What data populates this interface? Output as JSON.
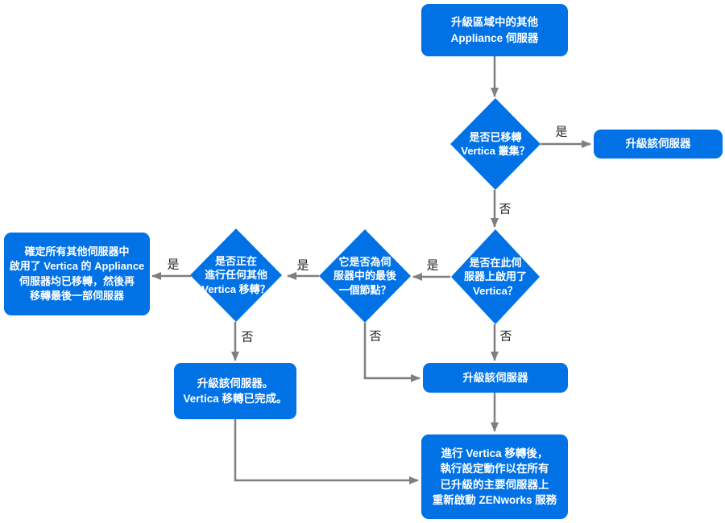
{
  "colors": {
    "node_fill": "#0072e6",
    "node_text": "#ffffff",
    "arrow": "#7f7f7f",
    "edge_label_text": "#1f1f1f",
    "background": "#ffffff"
  },
  "nodes": {
    "start": "升級區域中的其他\nAppliance 伺服器",
    "decision_cluster_migrated": "是否已移轉\nVertica 叢集？",
    "upgrade_server_right": "升級該伺服器",
    "decision_vertica_enabled": "是否在此伺\n服器上啟用了\nVertica？",
    "decision_last_node": "它是否為伺\n服器中的最後\n一個節點？",
    "decision_other_migration": "是否正在\n進行任何其他\nVertica 移轉？",
    "ensure_migrated": "確定所有其他伺服器中\n啟用了 Vertica 的 Appliance\n伺服器均已移轉，然後再\n移轉最後一部伺服器",
    "upgrade_done": "升級該伺服器。\nVertica 移轉已完成。",
    "upgrade_server_mid": "升級該伺服器",
    "restart_services": "進行 Vertica 移轉後，\n執行設定動作以在所有\n已升級的主要伺服器上\n重新啟動 ZENworks 服務"
  },
  "edge_labels": {
    "yes": "是",
    "no": "否"
  }
}
